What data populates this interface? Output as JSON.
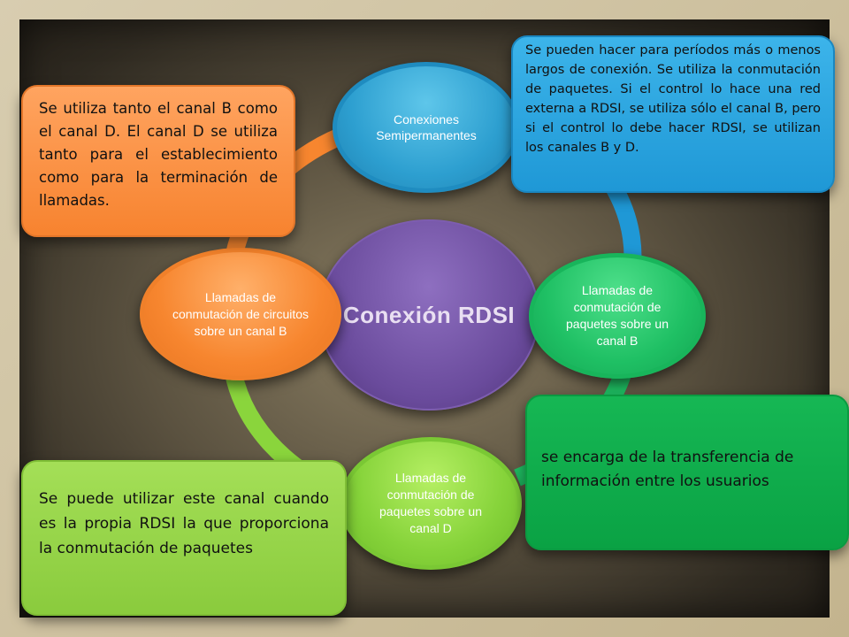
{
  "diagram": {
    "center": {
      "label": "Conexión RDSI"
    },
    "nodes": {
      "top": "Conexiones Semipermanentes",
      "right": "Llamadas de conmutación de paquetes sobre un canal B",
      "bottom": "Llamadas de conmutación de paquetes sobre un canal D",
      "left": "Llamadas de conmutación de circuitos sobre un canal B"
    },
    "callouts": {
      "top_left": "Se utiliza tanto el canal B como el canal D. El canal D se utiliza tanto para el establecimiento como para la terminación de llamadas.",
      "top_right": "Se pueden hacer para períodos más o menos largos de conexión. Se utiliza la conmutación de paquetes. Si el control lo hace una red externa a RDSI, se utiliza sólo el canal B, pero si el control lo debe hacer RDSI, se utilizan los canales B y D.",
      "bottom_right": "se encarga de la transferencia de información entre los usuarios",
      "bottom_left": "Se puede utilizar este canal cuando es la propia RDSI la que proporciona la conmutación de paquetes"
    },
    "colors": {
      "center": "#6a4b9c",
      "top": "#2d9fd0",
      "right": "#1fc064",
      "bottom": "#86d33a",
      "left": "#f7862f"
    }
  }
}
